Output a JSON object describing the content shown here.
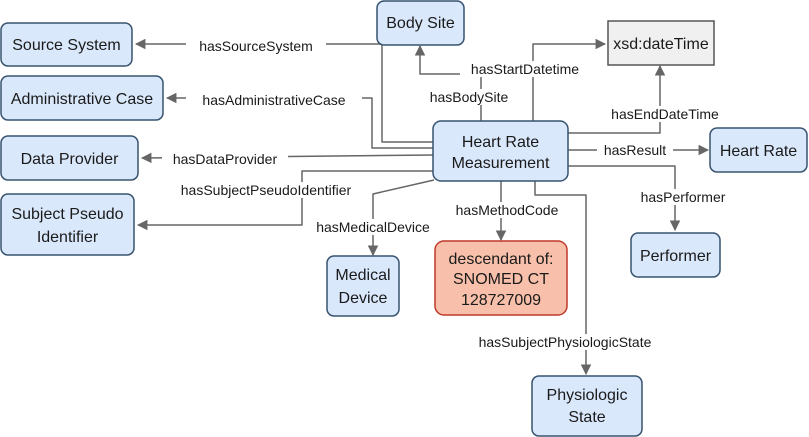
{
  "colors": {
    "class_fill": "#dae8fc",
    "class_stroke": "#37536e",
    "datatype_fill": "#f0f0f0",
    "datatype_stroke": "#555555",
    "constraint_fill": "#f8c0ab",
    "constraint_stroke": "#c0392b",
    "edge": "#666666"
  },
  "nodes": {
    "center": {
      "lines": [
        "Heart Rate",
        "Measurement"
      ],
      "style": "class"
    },
    "source_system": {
      "lines": [
        "Source System"
      ],
      "style": "class"
    },
    "administrative_case": {
      "lines": [
        "Administrative Case"
      ],
      "style": "class"
    },
    "data_provider": {
      "lines": [
        "Data Provider"
      ],
      "style": "class"
    },
    "subject_pseudo_identifier": {
      "lines": [
        "Subject Pseudo",
        "Identifier"
      ],
      "style": "class"
    },
    "body_site": {
      "lines": [
        "Body Site"
      ],
      "style": "class"
    },
    "datetime": {
      "lines": [
        "xsd:dateTime"
      ],
      "style": "datatype"
    },
    "heart_rate": {
      "lines": [
        "Heart Rate"
      ],
      "style": "class"
    },
    "performer": {
      "lines": [
        "Performer"
      ],
      "style": "class"
    },
    "medical_device": {
      "lines": [
        "Medical",
        "Device"
      ],
      "style": "class"
    },
    "method_code": {
      "lines": [
        "descendant of:",
        "SNOMED CT",
        "128727009"
      ],
      "style": "constraint"
    },
    "physiologic_state": {
      "lines": [
        "Physiologic",
        "State"
      ],
      "style": "class"
    }
  },
  "edges": {
    "has_source_system": "hasSourceSystem",
    "has_administrative_case": "hasAdministrativeCase",
    "has_data_provider": "hasDataProvider",
    "has_subject_pseudo_identifier": "hasSubjectPseudoIdentifier",
    "has_body_site": "hasBodySite",
    "has_start_datetime": "hasStartDatetime",
    "has_end_datetime": "hasEndDateTime",
    "has_result": "hasResult",
    "has_performer": "hasPerformer",
    "has_medical_device": "hasMedicalDevice",
    "has_method_code": "hasMethodCode",
    "has_subject_physiologic_state": "hasSubjectPhysiologicState"
  }
}
